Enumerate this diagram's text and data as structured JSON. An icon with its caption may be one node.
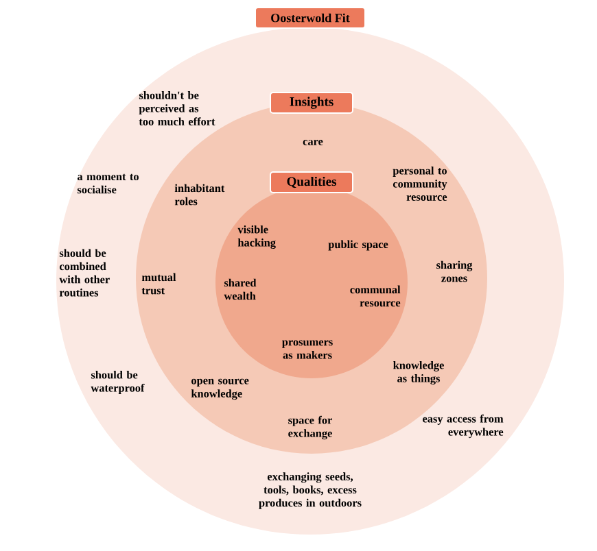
{
  "diagram": {
    "nodes": [
      {
        "text": [
          "Oosterwold Fit",
          "shouldn't be perceived as too much effort",
          "a moment to socialise",
          "should be combined with other routines",
          "should be waterproof",
          "easy access from everywhere",
          "exchanging seeds, tools, books, excess produces in outdoors"
        ]
      },
      {
        "text": [
          "Insights",
          "care",
          "inhabitant roles",
          "personal to community resource",
          "mutual trust",
          "sharing zones",
          "open source knowledge",
          "knowledge as things",
          "space for exchange"
        ],
        "in": 0
      },
      {
        "text": [
          "Qualities",
          "visible hacking",
          "public space",
          "shared wealth",
          "communal resource",
          "prosumers as makers"
        ],
        "in": 1
      }
    ]
  }
}
